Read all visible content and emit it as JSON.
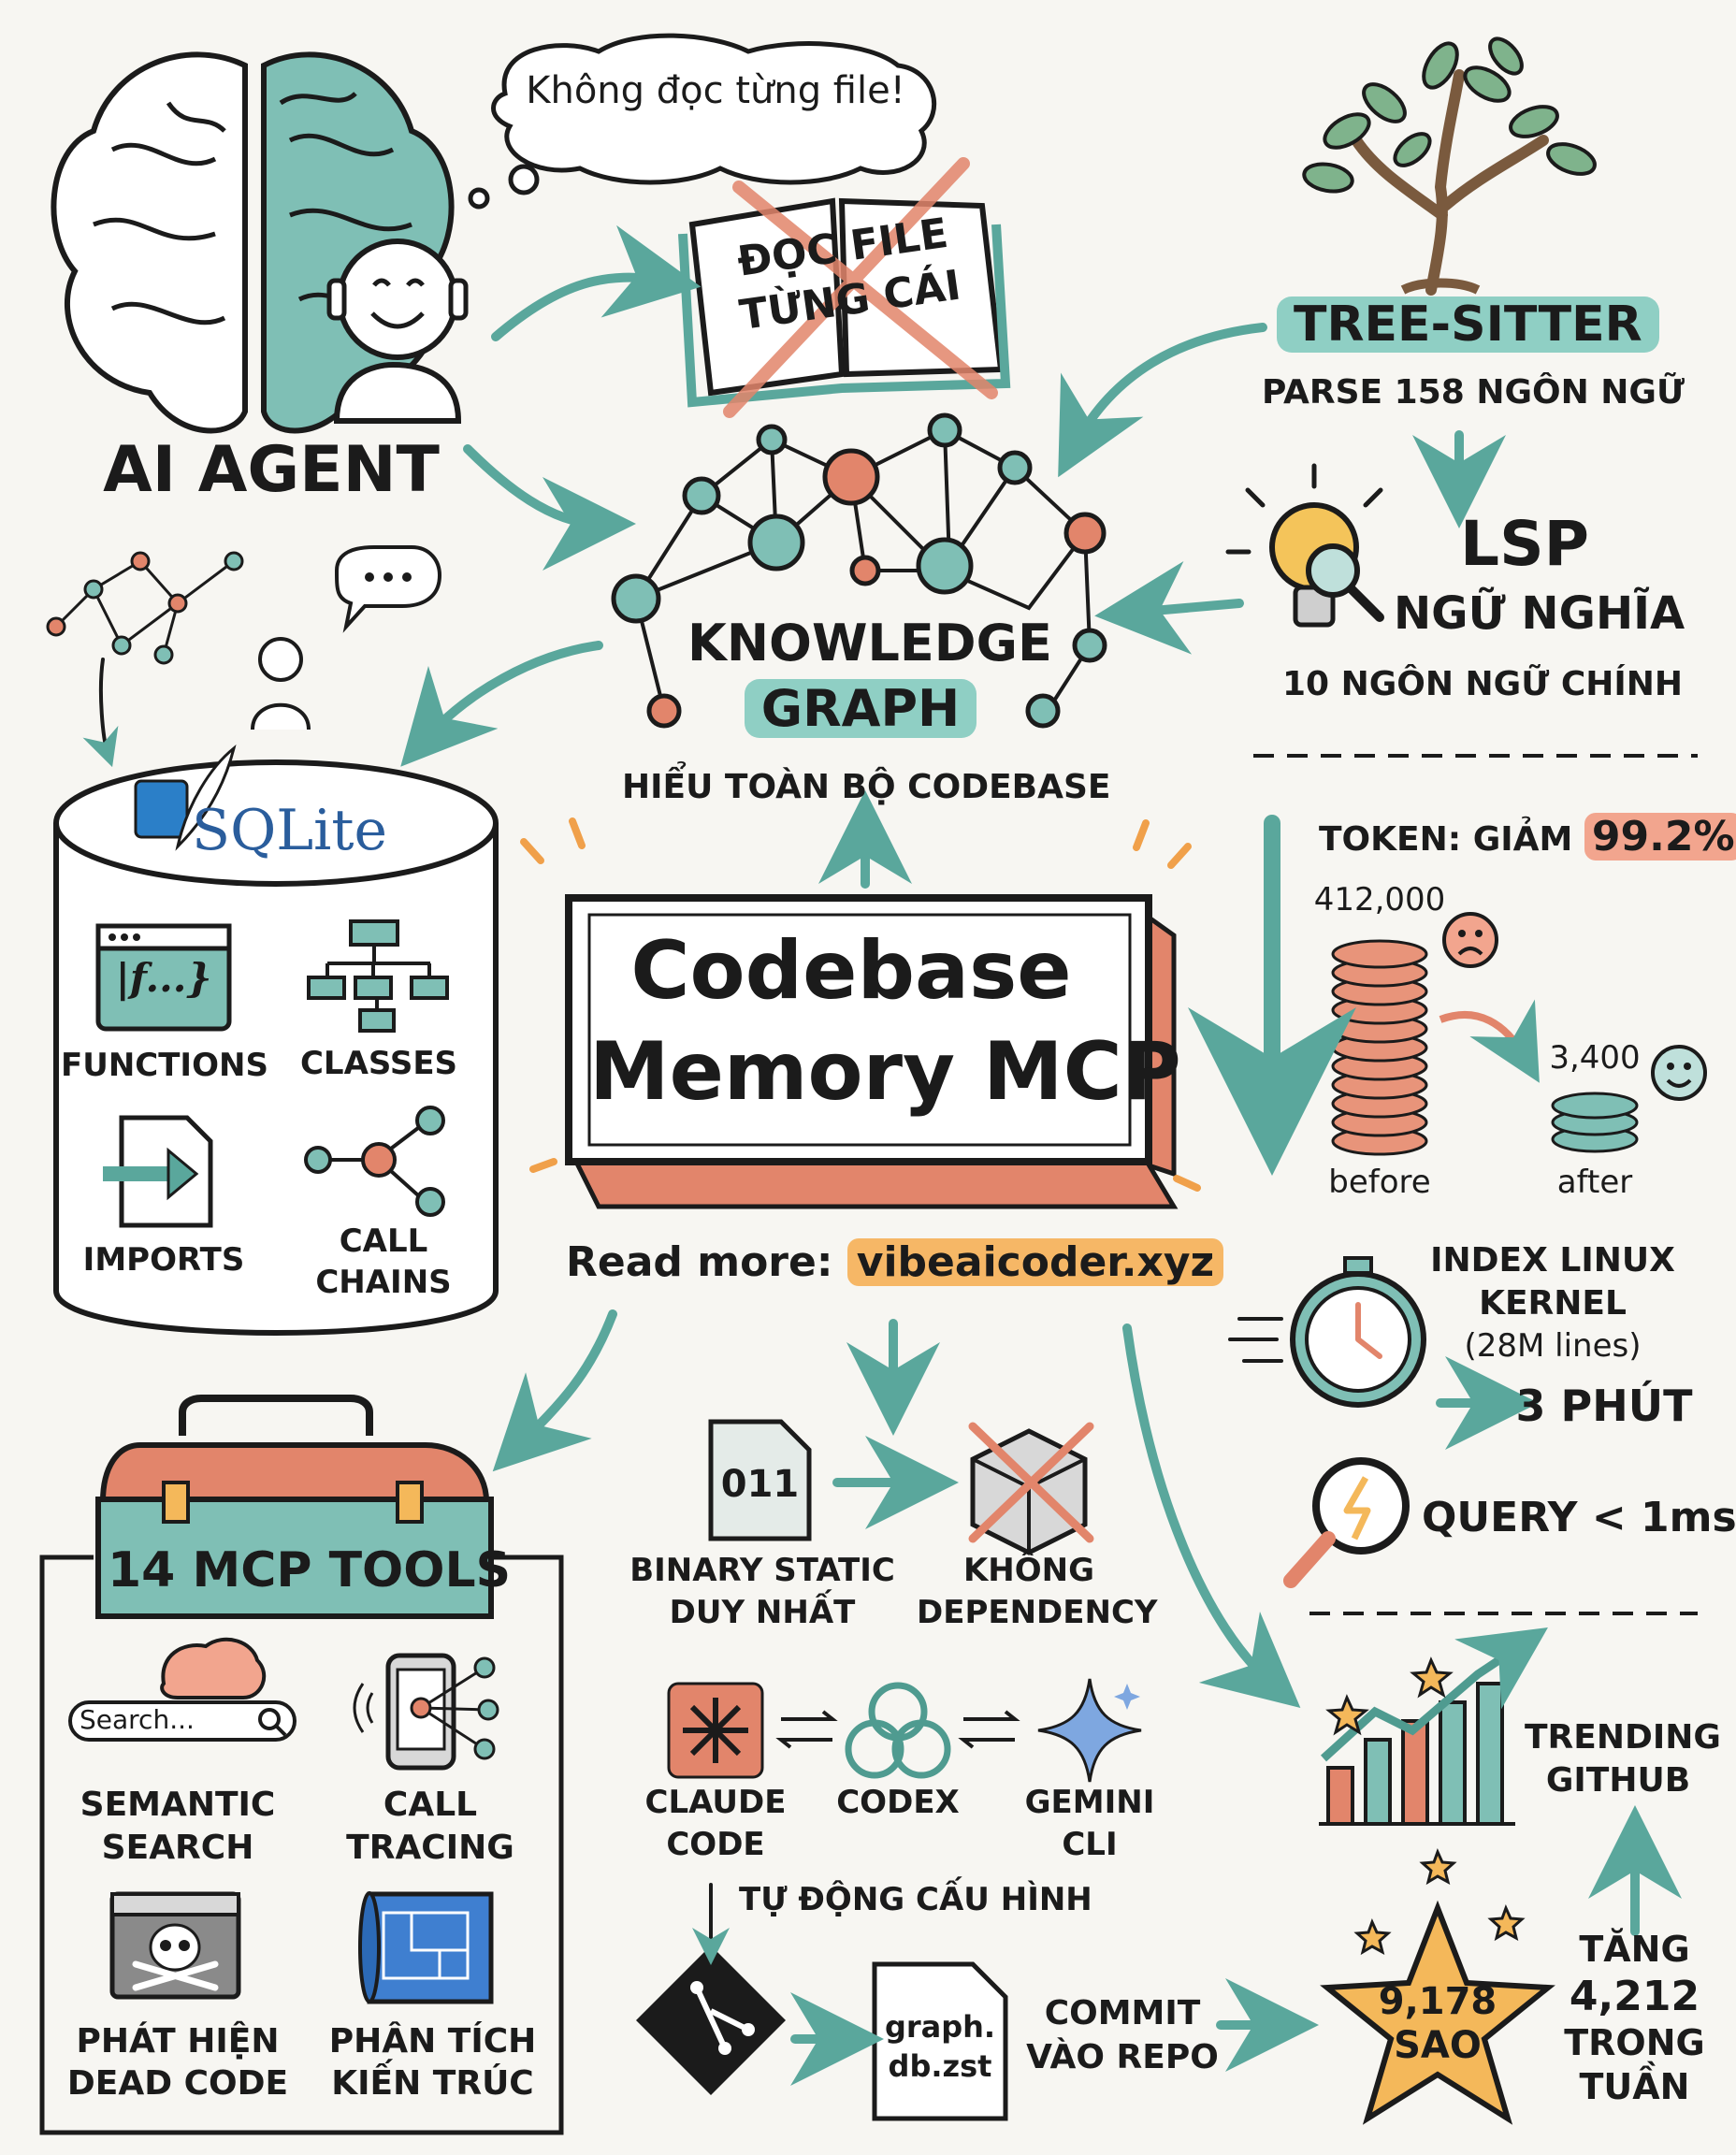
{
  "palette": {
    "teal": "#7fbfb5",
    "teal_dark": "#4f9b90",
    "salmon": "#e2856b",
    "ink": "#1b1b1b",
    "paper": "#f7f6f2",
    "orange": "#f6b766",
    "gold": "#f4b85a"
  },
  "thought": "Không đọc từng file!",
  "book": {
    "line1": "ĐỌC FILE",
    "line2": "TỪNG CÁI"
  },
  "agent_label": "AI AGENT",
  "tree_sitter": {
    "title": "TREE-SITTER",
    "sub": "PARSE 158 NGÔN NGỮ"
  },
  "lsp": {
    "title": "LSP",
    "sub1": "NGỮ NGHĨA",
    "sub2": "10 NGÔN NGỮ CHÍNH"
  },
  "knowledge_graph": {
    "line1": "KNOWLEDGE",
    "line2": "GRAPH",
    "caption": "HIỂU TOÀN BỘ CODEBASE"
  },
  "sqlite": {
    "logo": "SQLite",
    "items": [
      "FUNCTIONS",
      "CLASSES",
      "IMPORTS",
      "CALL",
      "CHAINS"
    ]
  },
  "main": {
    "line1": "Codebase",
    "line2": "Memory MCP",
    "read_more": "Read more:",
    "url": "vibeaicoder.xyz"
  },
  "tokens": {
    "label": "TOKEN: GIẢM",
    "pct": "99.2%",
    "before_value": "412,000",
    "after_value": "3,400",
    "before_label": "before",
    "after_label": "after"
  },
  "index": {
    "line1": "INDEX LINUX",
    "line2": "KERNEL",
    "line3": "(28M lines)",
    "result": "3 PHÚT"
  },
  "query": "QUERY < 1ms",
  "binary": {
    "file": "011",
    "line1": "BINARY STATIC",
    "line2": "DUY NHẤT",
    "dep1": "KHÔNG",
    "dep2": "DEPENDENCY"
  },
  "clients": {
    "claude1": "CLAUDE",
    "claude2": "CODE",
    "codex": "CODEX",
    "gemini1": "GEMINI",
    "gemini2": "CLI",
    "auto": "TỰ ĐỘNG CẤU HÌNH"
  },
  "git": {
    "file1": "graph.",
    "file2": "db.zst",
    "commit1": "COMMIT",
    "commit2": "VÀO REPO"
  },
  "tools": {
    "title": "14 MCP TOOLS",
    "search_placeholder": "Search...",
    "semantic1": "SEMANTIC",
    "semantic2": "SEARCH",
    "trace1": "CALL",
    "trace2": "TRACING",
    "dead1": "PHÁT HIỆN",
    "dead2": "DEAD CODE",
    "arch1": "PHÂN TÍCH",
    "arch2": "KIẾN TRÚC"
  },
  "github": {
    "trend1": "TRENDING",
    "trend2": "GITHUB",
    "stars1": "9,178",
    "stars2": "SAO",
    "inc1": "TĂNG",
    "inc2": "4,212",
    "inc3": "TRONG",
    "inc4": "TUẦN"
  }
}
